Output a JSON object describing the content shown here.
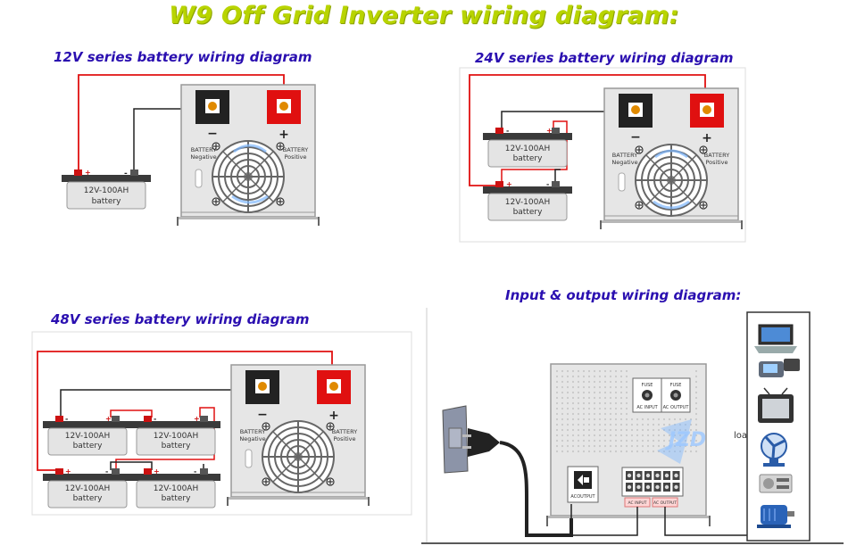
{
  "title": "W9 Off Grid Inverter wiring diagram:",
  "sections": {
    "s12": "12V series battery wiring diagram",
    "s24": "24V series battery wiring diagram",
    "s48": "48V series battery wiring diagram",
    "io": "Input & output wiring diagram:"
  },
  "battery": {
    "model": "12V-100AH",
    "name": "battery",
    "plus": "+",
    "minus": "-"
  },
  "inverter": {
    "minus": "−",
    "plus": "+",
    "neg_line1": "BATTERY",
    "neg_line2": "Negative",
    "pos_line1": "BATTERY",
    "pos_line2": "Positive"
  },
  "io": {
    "fuse": "FUSE",
    "ac_input": "AC INPUT",
    "ac_output": "AC OUTPUT",
    "acoutput_socket": "ACOUTPUT",
    "strip_input": "AC INPUT",
    "strip_output": "AC OUTPUT",
    "load": "load",
    "watermark": "JZD"
  },
  "colors": {
    "title": "#b8d400",
    "subtitle": "#2a0fb0",
    "wire_red": "#e01010",
    "wire_black": "#222222",
    "panel": "#e6e6e6"
  },
  "loads": [
    "laptop-icon",
    "phone-icon",
    "tv-icon",
    "fan-icon",
    "radio-icon",
    "motor-icon"
  ]
}
